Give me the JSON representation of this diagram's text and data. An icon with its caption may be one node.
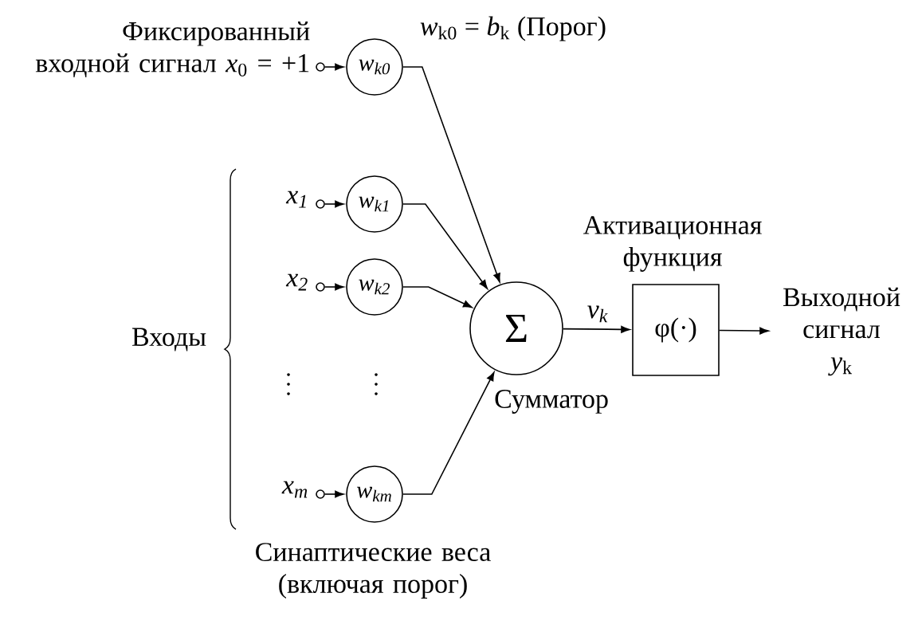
{
  "diagram": {
    "nodes": [
      {
        "text": [],
        "shape": "circle",
        "beside": [
          "Фиксированный входной сигнал *x*$_{0}$ = +1"
        ]
      },
      {
        "text": [
          "w$_{k0}$"
        ],
        "beside": [
          "*w*$_{k0}$ = *b*$_{k}$ (Порог)"
        ]
      },
      {
        "text": [],
        "shape": "circle",
        "beside": [
          "x$_{1}$"
        ]
      },
      {
        "text": [
          "w$_{k1}$"
        ]
      },
      {
        "text": [],
        "shape": "circle",
        "beside": [
          "x$_{2}$"
        ]
      },
      {
        "text": [
          "w$_{k2}$"
        ]
      },
      {
        "text": [],
        "shape": "circle",
        "beside": [
          "x$_{m}$"
        ]
      },
      {
        "text": [
          "w$_{km}$"
        ]
      },
      {
        "text": [
          "Σ"
        ],
        "beside": [
          "Сумматор"
        ]
      },
      {
        "text": [
          "Активационная функция",
          "φ(·)"
        ]
      },
      {
        "text": [
          "Выходной сигнал *y*$_{k}$"
        ]
      }
    ],
    "edges": [
      {
        "from": 0,
        "to": 1,
        "arrow": "to"
      },
      {
        "from": 2,
        "to": 3,
        "arrow": "to"
      },
      {
        "from": 4,
        "to": 5,
        "arrow": "to"
      },
      {
        "from": 6,
        "to": 7,
        "arrow": "to"
      },
      {
        "from": 1,
        "to": 8,
        "arrow": "to"
      },
      {
        "from": 3,
        "to": 8,
        "arrow": "to"
      },
      {
        "from": 5,
        "to": 8,
        "arrow": "to"
      },
      {
        "from": 7,
        "to": 8,
        "arrow": "to"
      },
      {
        "from": 8,
        "to": 9,
        "arrow": "to",
        "label": "v$_{k}$"
      },
      {
        "from": 9,
        "to": 10,
        "arrow": "to"
      }
    ],
    "labels": [
      "Входы",
      "Синаптические веса (включая порог)"
    ]
  }
}
